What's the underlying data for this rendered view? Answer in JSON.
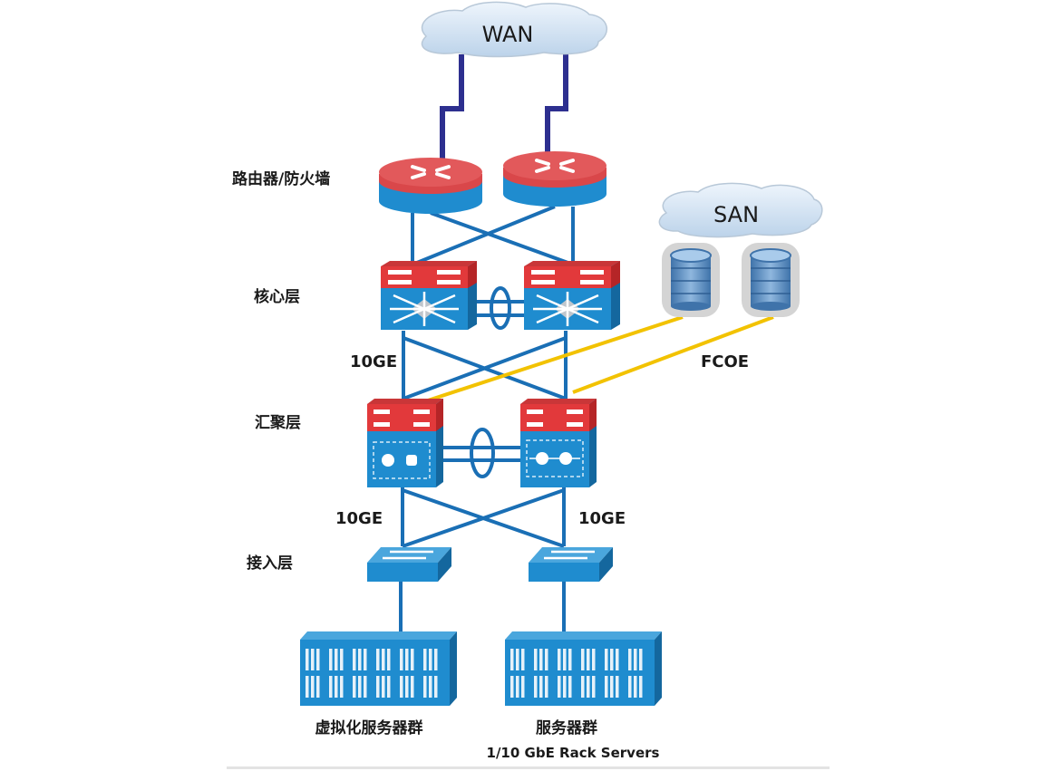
{
  "clouds": {
    "wan": "WAN",
    "san": "SAN"
  },
  "layers": {
    "router_firewall": "路由器/防火墙",
    "core": "核心层",
    "aggregation": "汇聚层",
    "access": "接入层"
  },
  "links": {
    "core_to_agg_speed": "10GE",
    "agg_to_access_left_speed": "10GE",
    "agg_to_access_right_speed": "10GE",
    "storage_protocol": "FCOE"
  },
  "server_groups": {
    "left": "虚拟化服务器群",
    "right": "服务器群",
    "right_subtitle": "1/10 GbE Rack Servers"
  },
  "colors": {
    "device_blue": "#1f8ccf",
    "device_blue_dark": "#14679e",
    "device_red": "#e2393b",
    "device_red_dark": "#b52527",
    "link_blue": "#1a6fb5",
    "wan_link": "#2d2f8f",
    "fcoe_link": "#f2c200",
    "cloud_fill": "#d6e6f5",
    "storage_blue": "#5a8fc4"
  }
}
